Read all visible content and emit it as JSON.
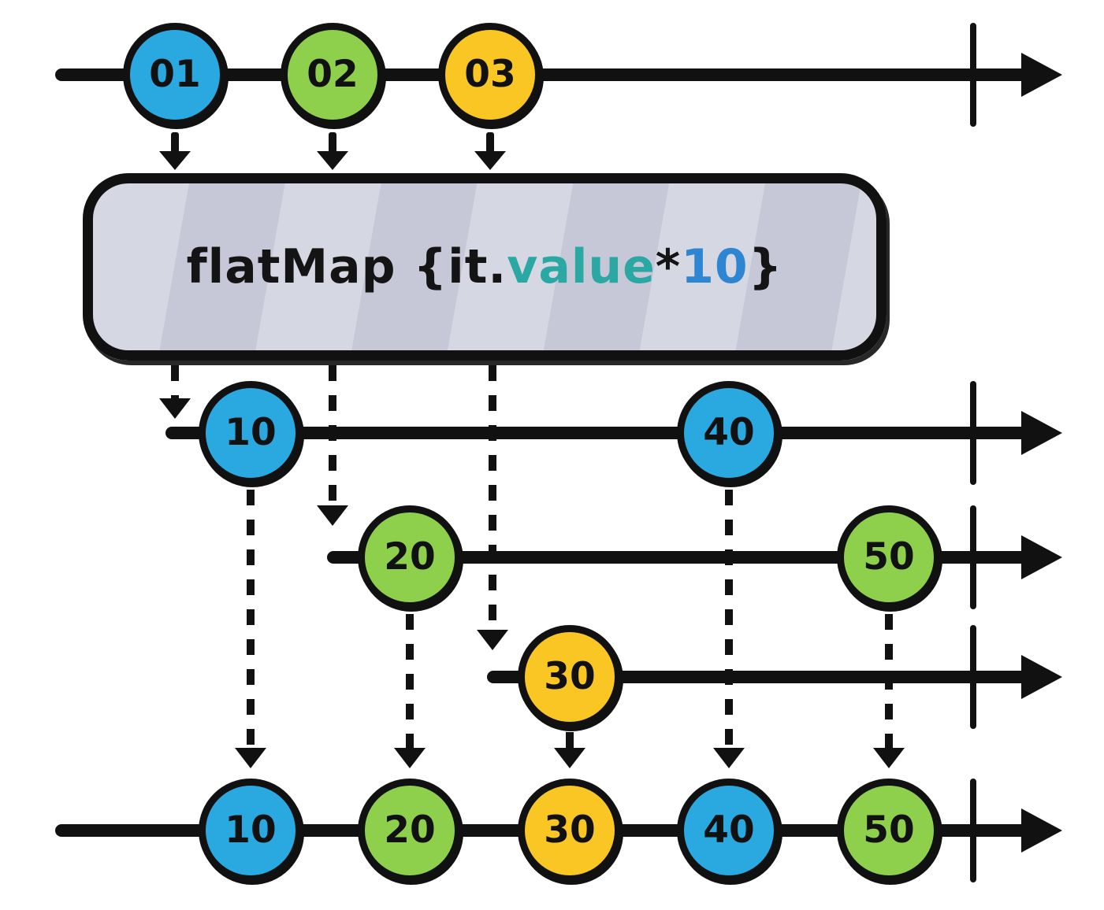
{
  "colors": {
    "marble_blue": "#2aa9e0",
    "marble_green": "#8ed04c",
    "marble_yellow": "#f9c623",
    "stroke": "#111111",
    "box_fill": "#c6c8d7",
    "box_stripe": "#d5d7e3",
    "operator_value": "#2ba7a4",
    "operator_factor": "#2e86d3"
  },
  "operator": {
    "prefix": "flatMap {it.",
    "value_text": "value",
    "times": " * ",
    "factor": "10",
    "suffix": "}"
  },
  "source_stream": {
    "marbles": [
      {
        "label": "01",
        "color": "marble_blue"
      },
      {
        "label": "02",
        "color": "marble_green"
      },
      {
        "label": "03",
        "color": "marble_yellow"
      }
    ]
  },
  "inner_streams": [
    {
      "marbles": [
        {
          "label": "10",
          "color": "marble_blue"
        },
        {
          "label": "40",
          "color": "marble_blue"
        }
      ]
    },
    {
      "marbles": [
        {
          "label": "20",
          "color": "marble_green"
        },
        {
          "label": "50",
          "color": "marble_green"
        }
      ]
    },
    {
      "marbles": [
        {
          "label": "30",
          "color": "marble_yellow"
        }
      ]
    }
  ],
  "output_stream": {
    "marbles": [
      {
        "label": "10",
        "color": "marble_blue"
      },
      {
        "label": "20",
        "color": "marble_green"
      },
      {
        "label": "30",
        "color": "marble_yellow"
      },
      {
        "label": "40",
        "color": "marble_blue"
      },
      {
        "label": "50",
        "color": "marble_green"
      }
    ]
  }
}
